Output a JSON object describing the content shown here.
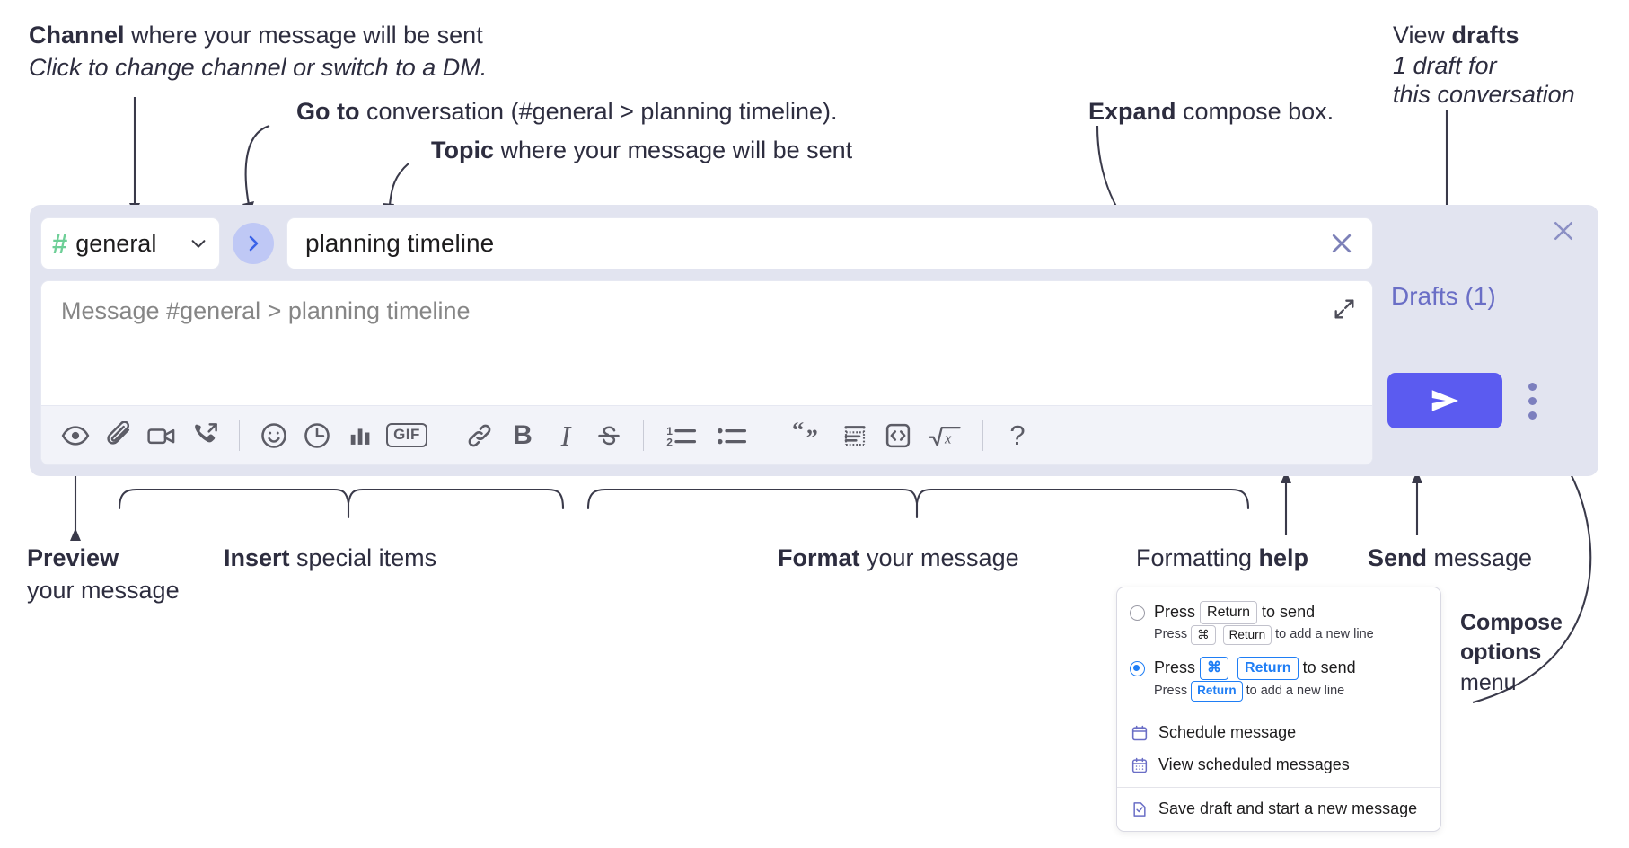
{
  "annotations": {
    "channel_title_bold": "Channel",
    "channel_title_rest": " where your message will be sent",
    "channel_sub": "Click to change channel or switch to a DM.",
    "goto_bold": "Go to",
    "goto_rest": " conversation (#general > planning timeline).",
    "topic_bold": "Topic",
    "topic_rest": " where your message will be sent",
    "expand_bold": "Expand",
    "expand_rest": " compose box.",
    "drafts_line1_rest": "View ",
    "drafts_line1_bold": "drafts",
    "drafts_line2": "1 draft for",
    "drafts_line3": "this conversation",
    "preview_bold": "Preview",
    "preview_line2": "your message",
    "insert_bold": "Insert",
    "insert_rest": " special items",
    "format_bold": "Format",
    "format_rest": " your message",
    "help_rest": "Formatting ",
    "help_bold": "help",
    "send_bold": "Send",
    "send_rest": " message",
    "compose_opts_bold1": "Compose",
    "compose_opts_bold2": "options",
    "compose_opts_rest": "menu"
  },
  "compose": {
    "channel": {
      "hash": "#",
      "name": "general",
      "chevron_icon": "chevron-down-icon"
    },
    "goto_icon": "chevron-right-icon",
    "topic": {
      "value": "planning timeline",
      "clear_icon": "close-icon"
    },
    "editor": {
      "placeholder": "Message #general > planning timeline",
      "expand_icon": "expand-icon"
    },
    "close_icon": "close-icon",
    "drafts_label": "Drafts (1)",
    "send_icon": "send-icon",
    "kebab_icon": "more-options-icon",
    "toolbar": [
      {
        "name": "preview-button",
        "icon": "eye-icon",
        "kind": "svg"
      },
      {
        "name": "attach-file-button",
        "icon": "paperclip-icon",
        "kind": "svg"
      },
      {
        "name": "video-clip-button",
        "icon": "video-camera-icon",
        "kind": "svg"
      },
      {
        "name": "audio-clip-button",
        "icon": "phone-arrow-icon",
        "kind": "svg"
      },
      {
        "name": "separator-1",
        "icon": "divider",
        "kind": "sep"
      },
      {
        "name": "emoji-button",
        "icon": "smiley-icon",
        "kind": "svg"
      },
      {
        "name": "reminder-button",
        "icon": "clock-icon",
        "kind": "svg"
      },
      {
        "name": "poll-button",
        "icon": "bar-chart-icon",
        "kind": "svg"
      },
      {
        "name": "gif-button",
        "icon": "gif-icon",
        "kind": "gif",
        "text": "GIF"
      },
      {
        "name": "separator-2",
        "icon": "divider",
        "kind": "sep"
      },
      {
        "name": "link-button",
        "icon": "link-icon",
        "kind": "svg"
      },
      {
        "name": "bold-button",
        "icon": "bold-icon",
        "kind": "text",
        "text": "B"
      },
      {
        "name": "italic-button",
        "icon": "italic-icon",
        "kind": "italic",
        "text": "I"
      },
      {
        "name": "strikethrough-button",
        "icon": "strikethrough-icon",
        "kind": "svg"
      },
      {
        "name": "separator-3",
        "icon": "divider",
        "kind": "sep"
      },
      {
        "name": "ordered-list-button",
        "icon": "numbered-list-icon",
        "kind": "svg"
      },
      {
        "name": "bulleted-list-button",
        "icon": "bulleted-list-icon",
        "kind": "svg"
      },
      {
        "name": "separator-4",
        "icon": "divider",
        "kind": "sep"
      },
      {
        "name": "blockquote-button",
        "icon": "quote-icon",
        "kind": "svg"
      },
      {
        "name": "code-block-button",
        "icon": "code-block-icon",
        "kind": "svg"
      },
      {
        "name": "inline-code-button",
        "icon": "code-brackets-icon",
        "kind": "svg"
      },
      {
        "name": "math-button",
        "icon": "square-root-icon",
        "kind": "svg"
      },
      {
        "name": "separator-5",
        "icon": "divider",
        "kind": "sep"
      },
      {
        "name": "formatting-help-button",
        "icon": "question-mark-icon",
        "kind": "qmark",
        "text": "?"
      }
    ]
  },
  "dropdown": {
    "option_return": {
      "selected": false,
      "main_prefix": "Press",
      "main_key": "Return",
      "main_suffix": "to send",
      "sub_prefix": "Press",
      "sub_key1": "⌘",
      "sub_key2": "Return",
      "sub_suffix": "to add a new line"
    },
    "option_cmd_return": {
      "selected": true,
      "main_prefix": "Press",
      "main_key1": "⌘",
      "main_key2": "Return",
      "main_suffix": "to send",
      "sub_prefix": "Press",
      "sub_key": "Return",
      "sub_suffix": "to add a new line"
    },
    "items": [
      {
        "label": "Schedule message",
        "icon": "calendar-icon"
      },
      {
        "label": "View scheduled messages",
        "icon": "calendar-grid-icon"
      },
      {
        "label": "Save draft and start a new message",
        "icon": "document-check-icon"
      }
    ]
  },
  "colors": {
    "panel_bg": "#e2e4f0",
    "send_button": "#5b5bf0",
    "hash_green": "#6ecf97",
    "drafts_purple": "#6a6ec6",
    "accent_blue": "#1f7ef5"
  }
}
